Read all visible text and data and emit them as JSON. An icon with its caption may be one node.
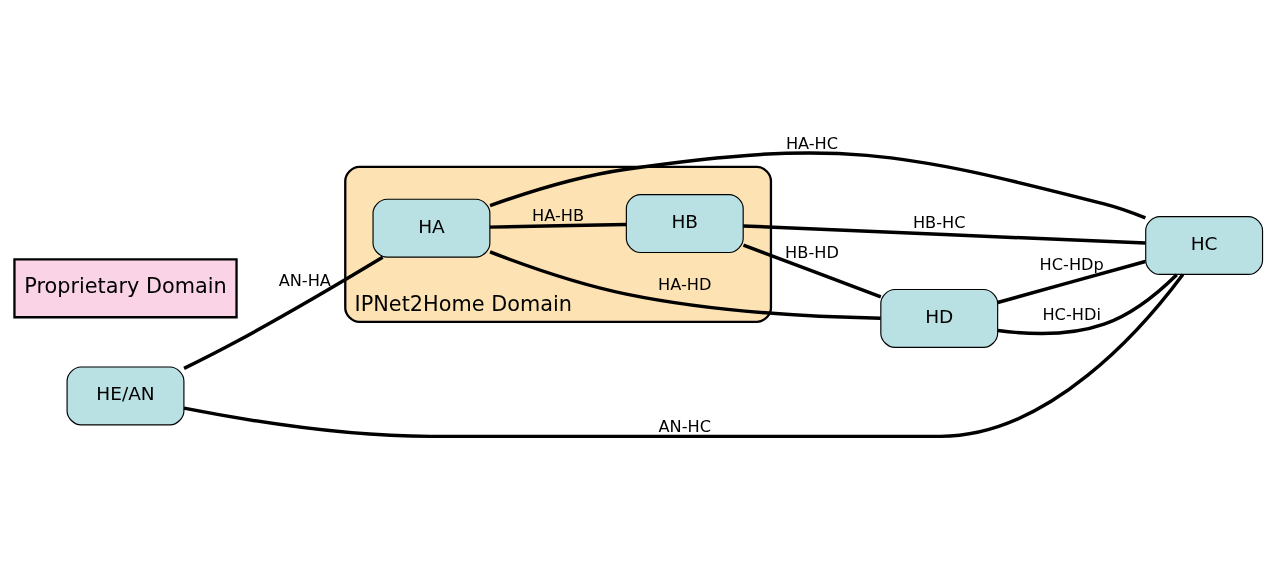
{
  "diagram": {
    "nodes": [
      {
        "text": [
          "IPNet2Home Domain"
        ]
      },
      {
        "text": [
          "Proprietary Domain"
        ]
      },
      {
        "text": [
          "HE/AN"
        ]
      },
      {
        "text": [
          "HA"
        ],
        "in": 0
      },
      {
        "text": [
          "HD"
        ]
      },
      {
        "text": [
          "HB"
        ],
        "in": 0
      },
      {
        "text": [
          "HC"
        ]
      }
    ],
    "edges": [
      {
        "from": 2,
        "to": 3,
        "arrow": "none",
        "label": "AN-HA"
      },
      {
        "from": 3,
        "to": 4,
        "arrow": "none",
        "label": "HA-HD"
      },
      {
        "from": 3,
        "to": 6,
        "arrow": "none",
        "label": "HA-HC"
      },
      {
        "from": 3,
        "to": 5,
        "arrow": "none",
        "label": "HA-HB"
      },
      {
        "from": 5,
        "to": 4,
        "arrow": "none",
        "label": "HB-HD"
      },
      {
        "from": 4,
        "to": 6,
        "arrow": "none",
        "label": "HC-HDi"
      },
      {
        "from": 4,
        "to": 6,
        "arrow": "none",
        "label": "HC-HDp"
      },
      {
        "from": 5,
        "to": 6,
        "arrow": "none",
        "label": "HB-HC"
      },
      {
        "from": 2,
        "to": 6,
        "arrow": "none",
        "label": "AN-HC"
      }
    ]
  }
}
